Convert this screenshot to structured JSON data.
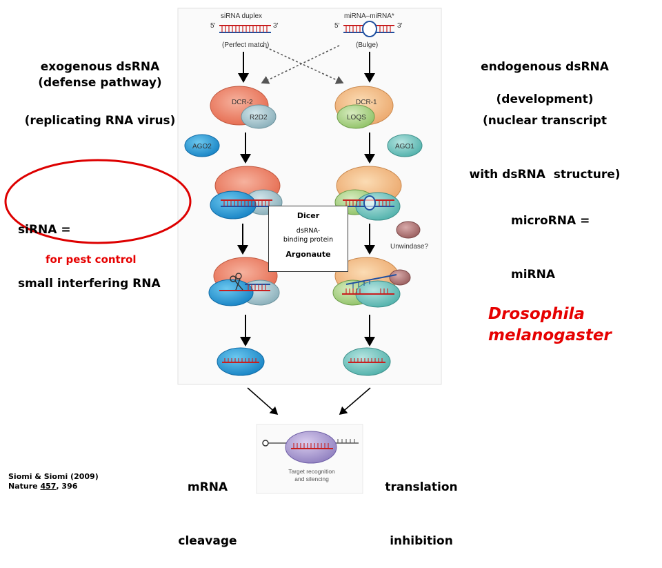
{
  "left": {
    "line1": "exogenous dsRNA",
    "line2": "(replicating RNA virus)",
    "line3": "(defense pathway)",
    "sirna1": "siRNA =",
    "sirna2": "small interfering RNA",
    "pest": "for pest control"
  },
  "right": {
    "line1": "endogenous dsRNA",
    "line2": "(nuclear transcript",
    "line3": "with dsRNA  structure)",
    "line4": "(development)",
    "mirna1": "microRNA =",
    "mirna2": "miRNA",
    "species1": "Drosophila",
    "species2": "melanogaster"
  },
  "figure": {
    "sirna_duplex": "siRNA duplex",
    "mirna_duplex": "miRNA–miRNA*",
    "five_prime_left": "5′",
    "three_prime_left": "3′",
    "five_prime_right": "5′",
    "three_prime_right": "3′",
    "perfect_match": "(Perfect match)",
    "bulge": "(Bulge)",
    "dcr2": "DCR-2",
    "r2d2": "R2D2",
    "dcr1": "DCR-1",
    "loqs": "LOQS",
    "ago2": "AGO2",
    "ago1": "AGO1",
    "unwindase": "Unwindase?",
    "target": "Target recognition",
    "silencing": "and silencing"
  },
  "legend": {
    "dicer": "Dicer",
    "dsrna_bp1": "dsRNA-",
    "dsrna_bp2": "binding protein",
    "argonaute": "Argonaute"
  },
  "bottom": {
    "mrna1": "mRNA",
    "mrna2": "cleavage",
    "trans1": "translation",
    "trans2": "inhibition"
  },
  "citation": {
    "line1": "Siomi & Siomi (2009)",
    "nature": "Nature ",
    "volume": "457",
    "pages": ",  396"
  },
  "colors": {
    "dicer2": "#ef8a6e",
    "dicer1": "#f4c48f",
    "r2d2": "#a9c7cf",
    "loqs": "#b3d58f",
    "ago2": "#2aa3d8",
    "ago1": "#78c6c0",
    "rna_red": "#c81e1e",
    "rna_blue": "#1f4fa0",
    "unwindase": "#b47a7a",
    "oval_red": "#dd0000",
    "species_red": "#e60000"
  }
}
